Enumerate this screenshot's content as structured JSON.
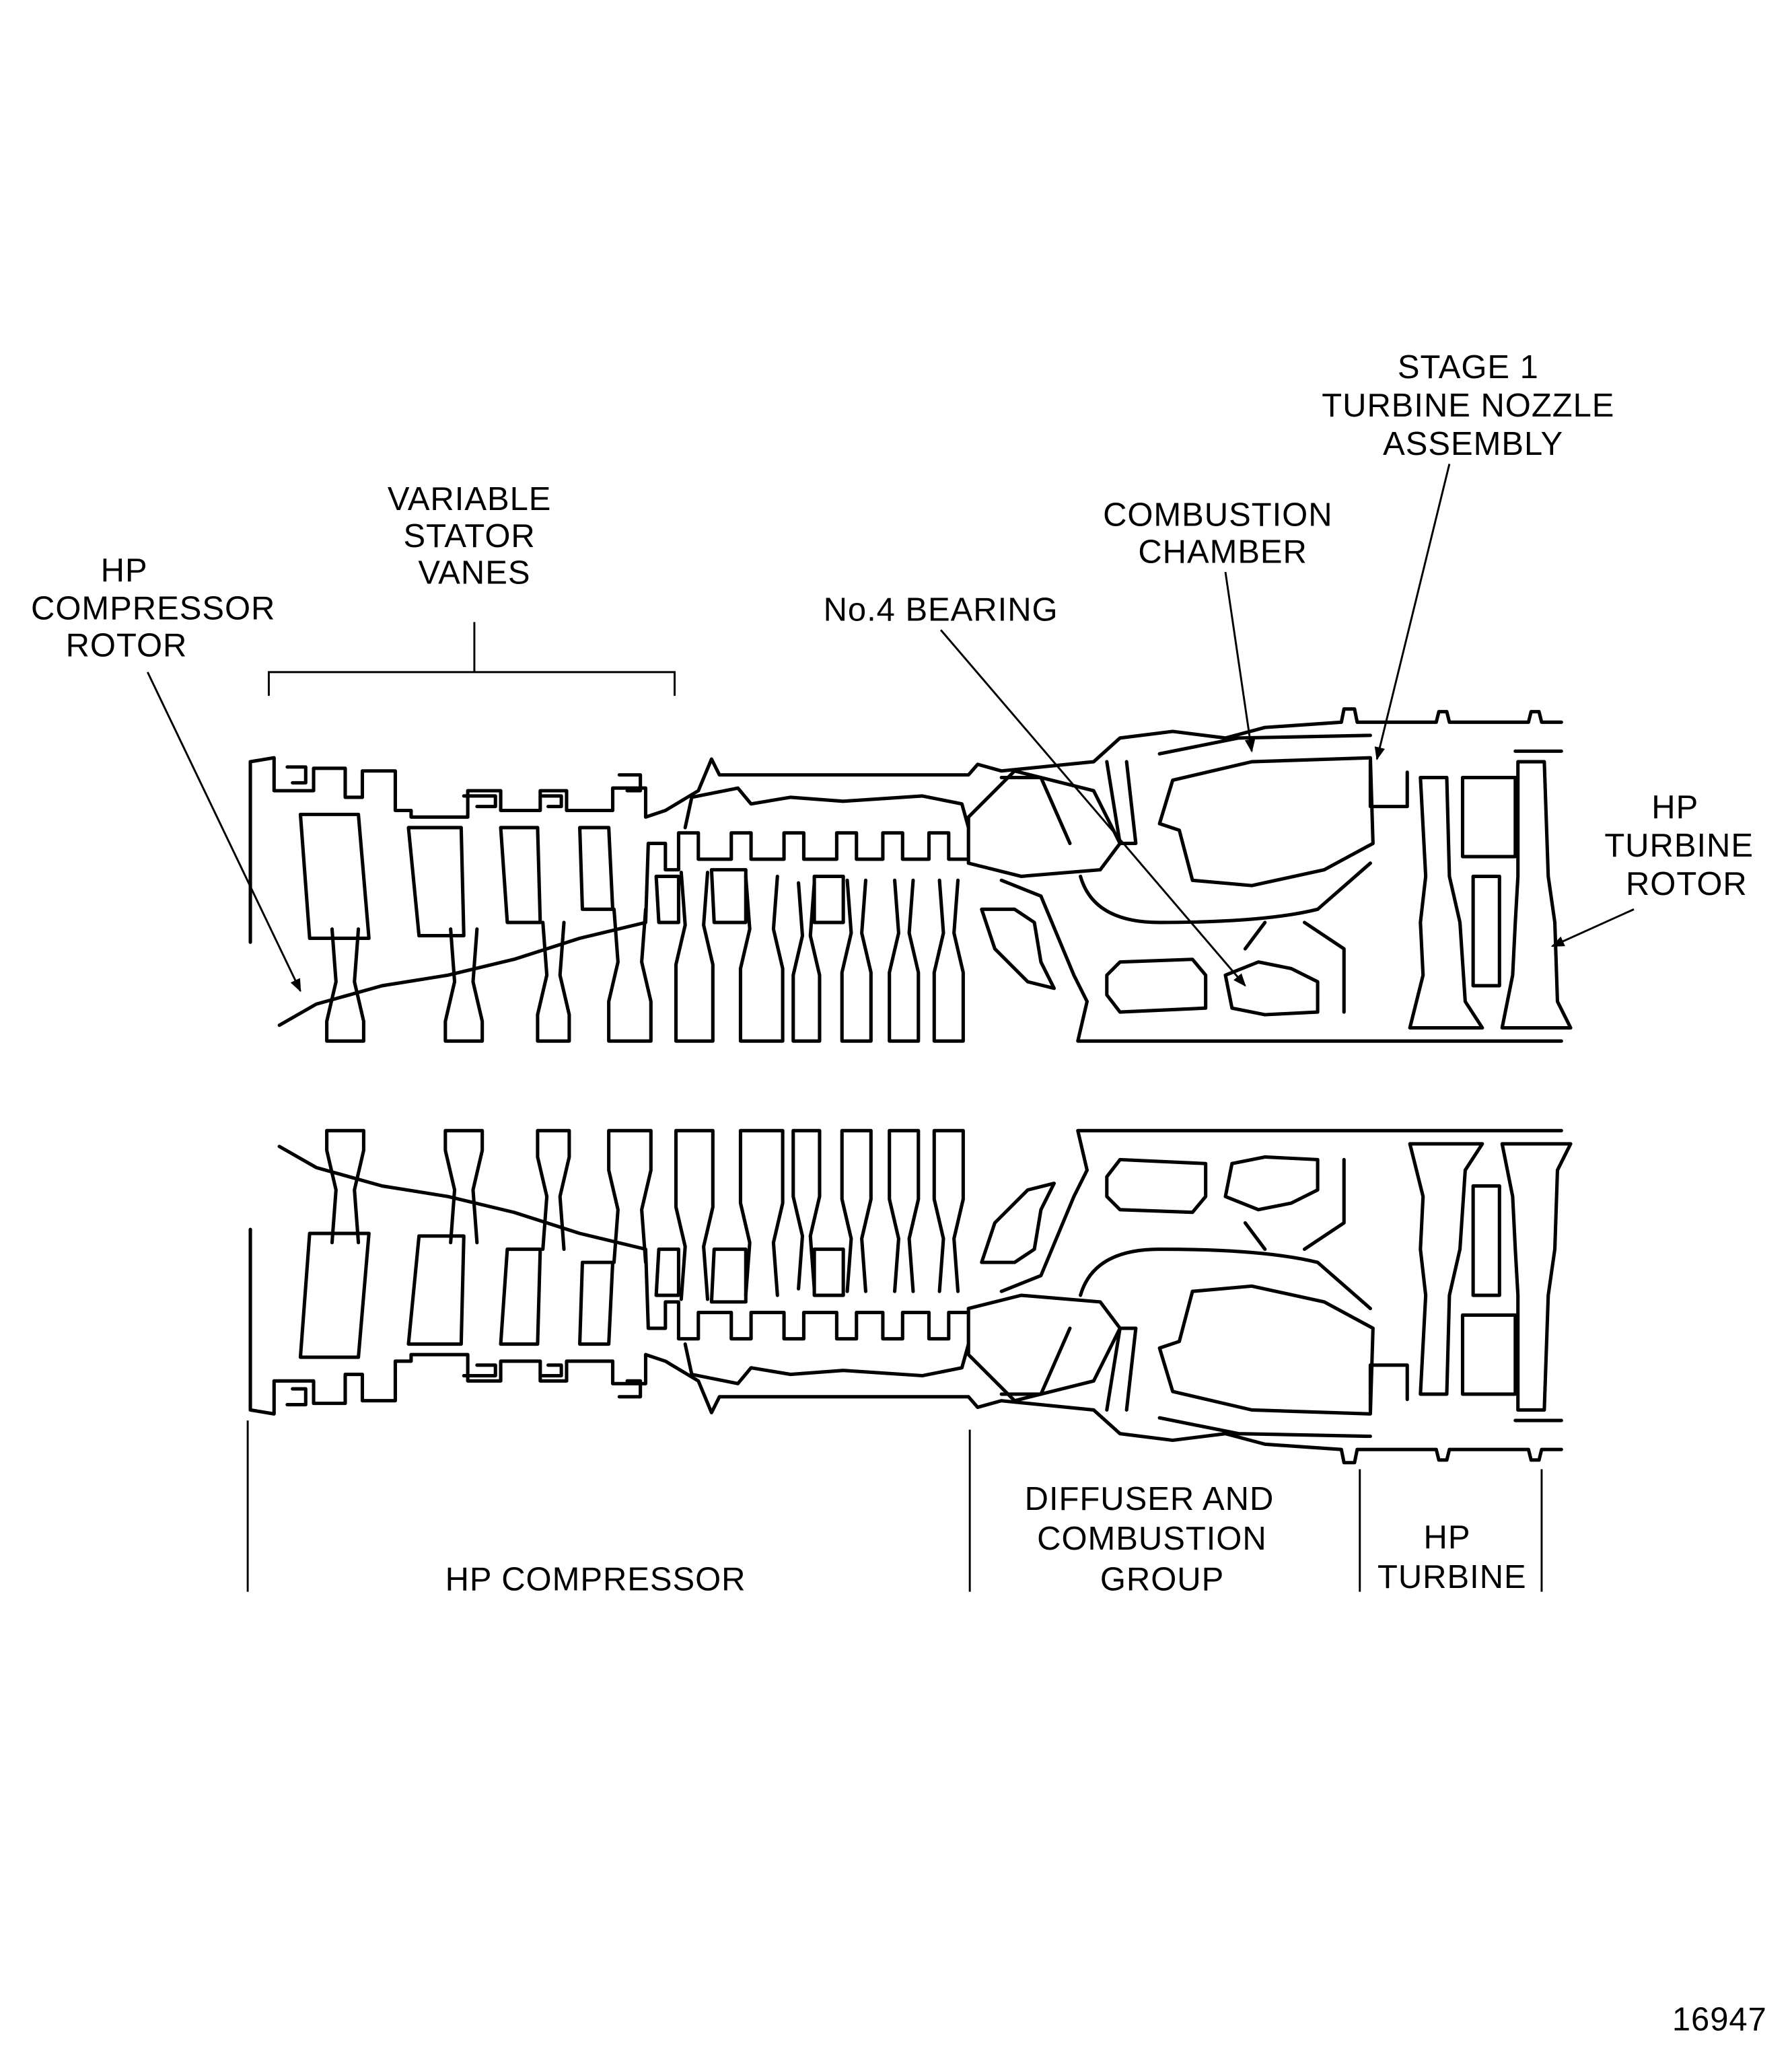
{
  "labels": {
    "stage1_nozzle": [
      "STAGE 1",
      "TURBINE NOZZLE",
      "ASSEMBLY"
    ],
    "variable_stator_vanes": [
      "VARIABLE",
      "STATOR",
      "VANES"
    ],
    "combustion_chamber": [
      "COMBUSTION",
      "CHAMBER"
    ],
    "hp_compressor_rotor": [
      "HP",
      "COMPRESSOR",
      "ROTOR"
    ],
    "no4_bearing": "No.4 BEARING",
    "hp_turbine_rotor": [
      "HP",
      "TURBINE",
      "ROTOR"
    ]
  },
  "sections": {
    "hp_compressor": "HP COMPRESSOR",
    "diffuser_combustion": [
      "DIFFUSER AND",
      "COMBUSTION",
      "GROUP"
    ],
    "hp_turbine": [
      "HP",
      "TURBINE"
    ]
  },
  "figure_number": "16947"
}
